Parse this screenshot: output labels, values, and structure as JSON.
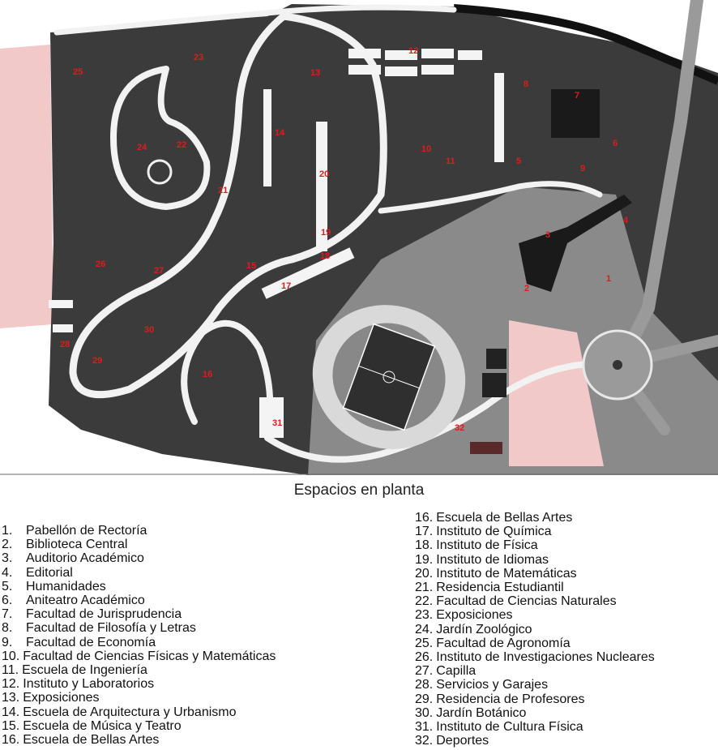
{
  "map": {
    "labels": [
      "1",
      "2",
      "3",
      "4",
      "5",
      "6",
      "7",
      "8",
      "9",
      "10",
      "11",
      "12",
      "13",
      "14",
      "15",
      "16",
      "17",
      "18",
      "19",
      "20",
      "21",
      "22",
      "23",
      "24",
      "25",
      "26",
      "27",
      "28",
      "29",
      "30",
      "31",
      "32"
    ],
    "colors": {
      "label": "#e01b1b",
      "highlight": "#f2c9c9",
      "ground": "#3b3b3b",
      "road": "#f2f2f2"
    }
  },
  "caption": "Espacios en planta",
  "legend_left": [
    {
      "n": "1.",
      "t": "Pabellón de Rectoría"
    },
    {
      "n": "2.",
      "t": "Biblioteca Central"
    },
    {
      "n": "3.",
      "t": "Auditorio Académico"
    },
    {
      "n": "4.",
      "t": "Editorial"
    },
    {
      "n": "5.",
      "t": "Humanidades"
    },
    {
      "n": "6.",
      "t": "Aniteatro Académico"
    },
    {
      "n": "7.",
      "t": "Facultad de Jurisprudencia"
    },
    {
      "n": "8.",
      "t": "Facultad de Filosofía y Letras"
    },
    {
      "n": "9.",
      "t": "Facultad de Economía"
    },
    {
      "n": "10.",
      "t": "Facultad de Ciencias Físicas y Matemáticas"
    },
    {
      "n": "11.",
      "t": "Escuela de Ingeniería"
    },
    {
      "n": "12.",
      "t": "Instituto y Laboratorios"
    },
    {
      "n": "13.",
      "t": "Exposiciones"
    },
    {
      "n": "14.",
      "t": "Escuela de Arquitectura y Urbanismo"
    },
    {
      "n": "15.",
      "t": "Escuela de Música y Teatro"
    },
    {
      "n": "16.",
      "t": "Escuela de Bellas Artes"
    }
  ],
  "legend_right": [
    {
      "n": "16.",
      "t": "Escuela de Bellas Artes"
    },
    {
      "n": "17.",
      "t": "Instituto de Química"
    },
    {
      "n": "18.",
      "t": "Instituto de Física"
    },
    {
      "n": "19.",
      "t": "Instituto de Idiomas"
    },
    {
      "n": "20.",
      "t": "Instituto de Matemáticas"
    },
    {
      "n": "21.",
      "t": "Residencia Estudiantil"
    },
    {
      "n": "22.",
      "t": "Facultad de Ciencias Naturales"
    },
    {
      "n": "23.",
      "t": "Exposiciones"
    },
    {
      "n": "24.",
      "t": "Jardín Zoológico"
    },
    {
      "n": "25.",
      "t": "Facultad de Agronomía"
    },
    {
      "n": "26.",
      "t": "Instituto de Investigaciones Nucleares"
    },
    {
      "n": "27.",
      "t": "Capilla"
    },
    {
      "n": "28.",
      "t": "Servicios y Garajes"
    },
    {
      "n": "29.",
      "t": "Residencia de Profesores"
    },
    {
      "n": "30.",
      "t": "Jardín Botánico"
    },
    {
      "n": "31.",
      "t": "Instituto de Cultura Física"
    },
    {
      "n": "32.",
      "t": "Deportes"
    }
  ]
}
